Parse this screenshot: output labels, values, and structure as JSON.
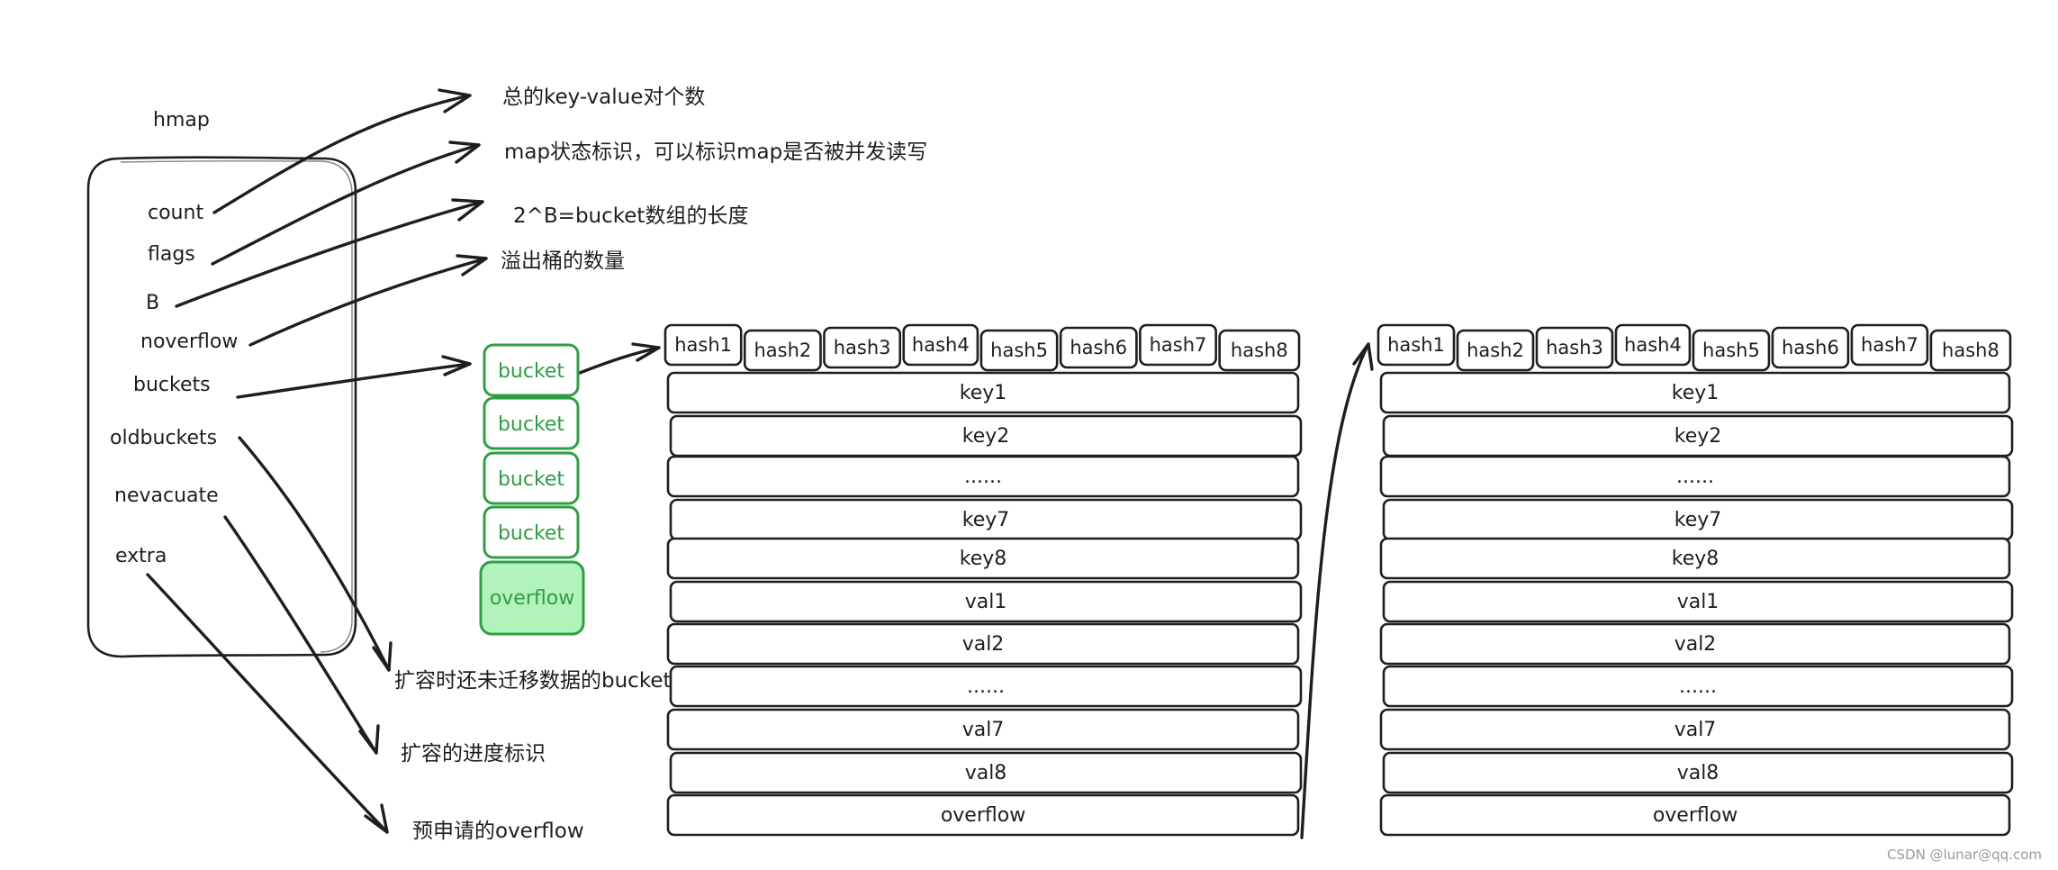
{
  "hmap": {
    "title": "hmap",
    "fields": [
      {
        "id": "count",
        "label": "count",
        "note": "总的key-value对个数"
      },
      {
        "id": "flags",
        "label": "flags",
        "note": "map状态标识，可以标识map是否被并发读写"
      },
      {
        "id": "b",
        "label": "B",
        "note": "2^B=bucket数组的长度"
      },
      {
        "id": "noverflow",
        "label": "noverflow",
        "note": "溢出桶的数量"
      },
      {
        "id": "buckets",
        "label": "buckets",
        "note": ""
      },
      {
        "id": "oldbuckets",
        "label": "oldbuckets",
        "note": "扩容时还未迁移数据的bucket"
      },
      {
        "id": "nevacuate",
        "label": "nevacuate",
        "note": "扩容的进度标识"
      },
      {
        "id": "extra",
        "label": "extra",
        "note": "预申请的overflow"
      }
    ]
  },
  "bucket_array": {
    "buckets": [
      "bucket",
      "bucket",
      "bucket",
      "bucket"
    ],
    "overflow": "overflow",
    "accent_stroke": "#2f9e44",
    "overflow_fill": "#b2f2bb"
  },
  "bmaps": [
    {
      "hashes": [
        "hash1",
        "hash2",
        "hash3",
        "hash4",
        "hash5",
        "hash6",
        "hash7",
        "hash8"
      ],
      "rows": [
        "key1",
        "key2",
        "......",
        "key7",
        "key8",
        "val1",
        "val2",
        "......",
        "val7",
        "val8",
        "overflow"
      ]
    },
    {
      "hashes": [
        "hash1",
        "hash2",
        "hash3",
        "hash4",
        "hash5",
        "hash6",
        "hash7",
        "hash8"
      ],
      "rows": [
        "key1",
        "key2",
        "......",
        "key7",
        "key8",
        "val1",
        "val2",
        "......",
        "val7",
        "val8",
        "overflow"
      ]
    }
  ],
  "watermark": "CSDN @lunar@qq.com"
}
